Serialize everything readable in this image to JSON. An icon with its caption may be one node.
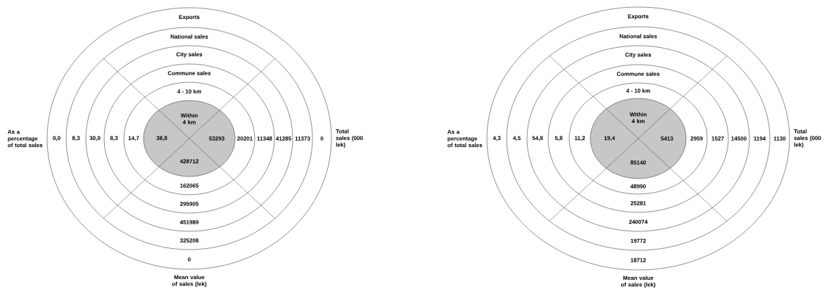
{
  "diagram": {
    "nodes": [
      {
        "text": [
          "Exports",
          "0,0",
          "0",
          "0"
        ]
      },
      {
        "text": [
          "National sales",
          "8,3",
          "11373",
          "325208"
        ],
        "in": 0
      },
      {
        "text": [
          "City sales",
          "30,0",
          "41285",
          "451989"
        ],
        "in": 1
      },
      {
        "text": [
          "Commune sales",
          "8,3",
          "11348",
          "295905"
        ],
        "in": 2
      },
      {
        "text": [
          "4 - 10 km",
          "14,7",
          "20201",
          "162065"
        ],
        "in": 3
      },
      {
        "text": [
          "Within 4 km",
          "38,8",
          "53293",
          "428712"
        ],
        "in": 4
      },
      {
        "text": [
          "Exports",
          "4,3",
          "1130",
          "18712"
        ]
      },
      {
        "text": [
          "National sales",
          "4,5",
          "1194",
          "19772"
        ],
        "in": 6
      },
      {
        "text": [
          "City sales",
          "54,8",
          "14500",
          "240074"
        ],
        "in": 7
      },
      {
        "text": [
          "Commune sales",
          "5,8",
          "1527",
          "25281"
        ],
        "in": 8
      },
      {
        "text": [
          "4 - 10 km",
          "11,2",
          "2959",
          "48990"
        ],
        "in": 9
      },
      {
        "text": [
          "Within 4 km",
          "19,4",
          "5413",
          "85140"
        ],
        "in": 10
      }
    ],
    "labels": [
      "As a percentage of total sales",
      "Total sales (000 lek)",
      "Mean value of sales (lek)",
      "As a percentage of total sales",
      "Total sales (000 lek)",
      "Mean value of sales (lek)"
    ]
  }
}
